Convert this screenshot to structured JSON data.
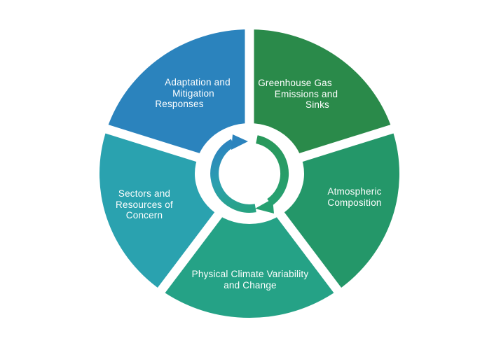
{
  "background_color": "#ffffff",
  "diagram": {
    "segments": [
      {
        "label": "Adaptation and Mitigation Responses",
        "lines": [
          "Adaptation and",
          "Mitigation",
          "Responses"
        ],
        "color": "#2B83BD"
      },
      {
        "label": "Greenhouse Gas Emissions and Sinks",
        "lines": [
          "Greenhouse Gas",
          "Emissions and",
          "Sinks"
        ],
        "color": "#2A8A4A"
      },
      {
        "label": "Atmospheric Composition",
        "lines": [
          "Atmospheric",
          "Composition"
        ],
        "color": "#249769"
      },
      {
        "label": "Physical Climate Variability and Change",
        "lines": [
          "Physical Climate Variability",
          "and Change"
        ],
        "color": "#25A286"
      },
      {
        "label": "Sectors and Resources of Concern",
        "lines": [
          "Sectors and",
          "Resources of",
          "Concern"
        ],
        "color": "#2AA2AF"
      }
    ],
    "separator_color": "#ffffff",
    "label_color": "#ffffff",
    "center_icon": {
      "icon": "cycle-arrows",
      "blue_arrow_color": "#2B83BD",
      "green_arrow_color": "#27A071",
      "left_arc_gradient": {
        "start": "#27A382",
        "mid": "#2BA0AE",
        "end": "#2C85BE"
      },
      "right_arc_gradient": {
        "start": "#28985A",
        "end": "#27A071"
      }
    }
  }
}
